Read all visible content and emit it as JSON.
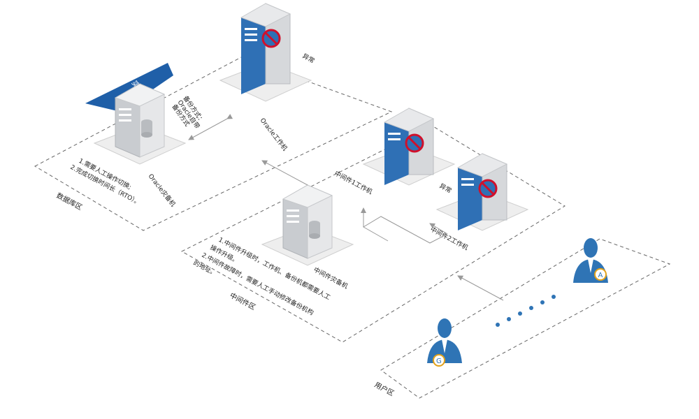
{
  "banner": {
    "text": "实施前",
    "color": "#1f5fa8"
  },
  "zones": {
    "database": "数据库区",
    "middleware": "中间件区",
    "user": "用户区"
  },
  "servers": {
    "oracle_work": {
      "label": "Oracle工作机",
      "status": "异常",
      "state": "error"
    },
    "oracle_backup": {
      "label": "Oracle灾备机",
      "state": "backup"
    },
    "mw1": {
      "label": "中间件1工作机",
      "state": "error"
    },
    "mw2": {
      "label": "中间件2工作机",
      "status": "异常",
      "state": "error"
    },
    "mw_backup": {
      "label": "中间件灾备机",
      "state": "backup"
    }
  },
  "backup_method": [
    "备份方式：",
    "Oracle自带",
    "备份方式"
  ],
  "db_notes": [
    "1.需要人工操作切换;",
    "2.完成切换时间长（RTO）。"
  ],
  "mw_notes": [
    "1.中间件升级时，工作机、备份机都需要人工",
    "操作升级。",
    "2.中间件故障时，需要人工手动修改备份机构",
    "的地址。"
  ],
  "users": [
    {
      "badge": "A",
      "color": "#2f74b5"
    },
    {
      "badge": "G",
      "color": "#2f74b5"
    }
  ],
  "colors": {
    "server_front": "#2f70b5",
    "server_body": "#d6d8db",
    "error_ring": "#d0102b"
  }
}
